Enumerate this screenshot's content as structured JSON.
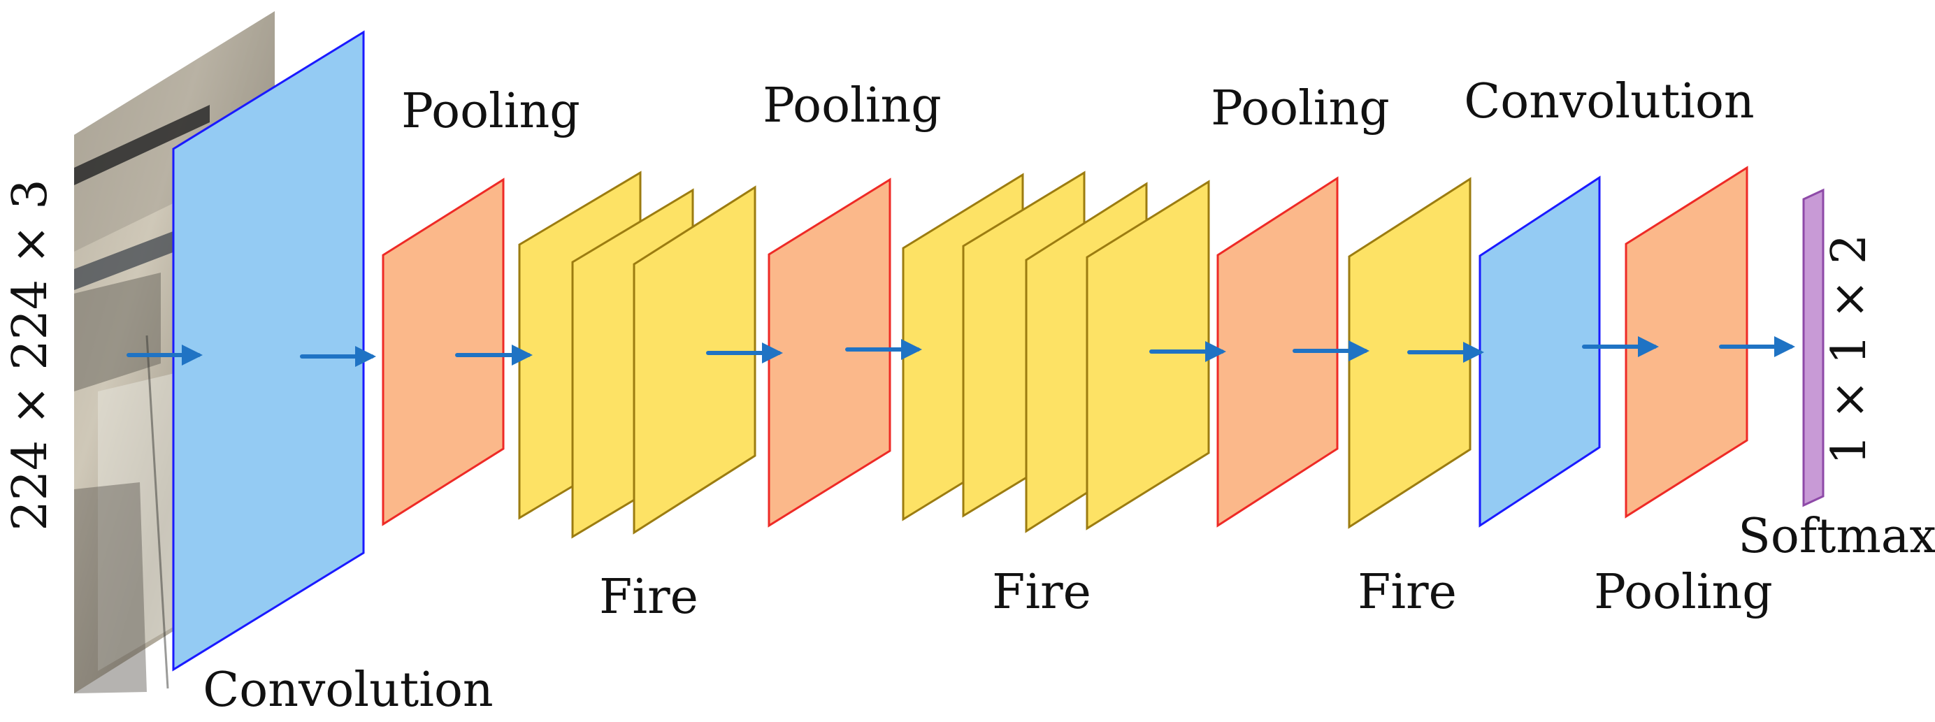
{
  "input": {
    "size_label": "224 × 224 × 3"
  },
  "output": {
    "size_label": "1 × 1 × 2",
    "softmax_label": "Softmax"
  },
  "layers": [
    {
      "type": "convolution",
      "label": "Convolution"
    },
    {
      "type": "pooling",
      "label": "Pooling"
    },
    {
      "type": "fire",
      "label": "Fire",
      "count": 3
    },
    {
      "type": "pooling",
      "label": "Pooling"
    },
    {
      "type": "fire",
      "label": "Fire",
      "count": 4
    },
    {
      "type": "pooling",
      "label": "Pooling"
    },
    {
      "type": "fire",
      "label": "Fire",
      "count": 1
    },
    {
      "type": "convolution",
      "label": "Convolution"
    },
    {
      "type": "pooling",
      "label": "Pooling"
    }
  ],
  "colors": {
    "convolution_fill": "#94cbf3",
    "convolution_stroke": "#1a1aff",
    "pooling_fill": "#fbb88a",
    "pooling_stroke": "#ee2a26",
    "fire_fill": "#fde265",
    "fire_stroke": "#9c7c10",
    "softmax_fill": "#c89ad6",
    "softmax_stroke": "#8e4aa8",
    "arrow": "#1f73c4"
  }
}
